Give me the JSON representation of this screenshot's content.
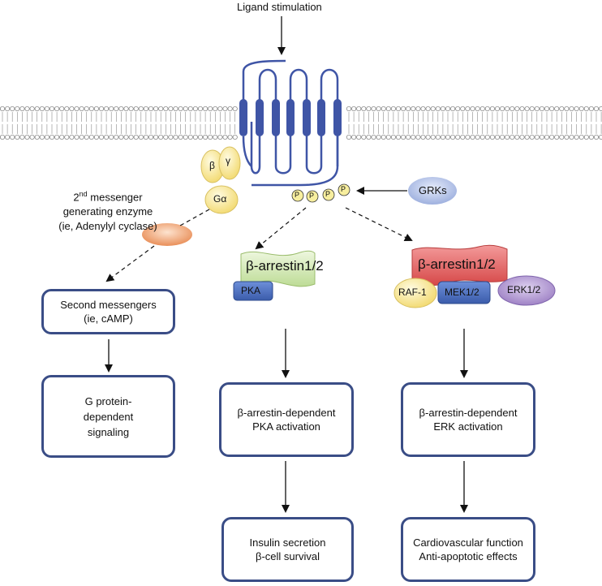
{
  "ligand_label": "Ligand stimulation",
  "g_beta": "β",
  "g_gamma": "γ",
  "g_alpha": "Gα",
  "phospho": "P",
  "grks": "GRKs",
  "enzyme_label": {
    "line1_num": "2",
    "line1_sup": "nd",
    "line1_rest": " messenger",
    "line2": "generating enzyme",
    "line3": "(ie, Adenylyl cyclase)"
  },
  "arrestin_left": {
    "title": "β-arrestin1/2",
    "pka": "PKA"
  },
  "arrestin_right": {
    "title": "β-arrestin1/2",
    "raf": "RAF-1",
    "mek": "MEK1/2",
    "erk": "ERK1/2"
  },
  "boxes": {
    "second_messengers": [
      "Second messengers",
      "(ie, cAMP)"
    ],
    "g_protein_signaling": [
      "G protein-",
      "dependent",
      "signaling"
    ],
    "pka_activation": [
      "β-arrestin-dependent",
      "PKA activation"
    ],
    "erk_activation": [
      "β-arrestin-dependent",
      "ERK activation"
    ],
    "insulin": [
      "Insulin secretion",
      "β-cell survival"
    ],
    "cardio": [
      "Cardiovascular function",
      "Anti-apoptotic effects"
    ]
  },
  "colors": {
    "receptor": "#3f55a6",
    "box_border": "#3a4d86",
    "arrestin_green": "#cfe5ad",
    "arrestin_red": "#e06060",
    "kinase_blue": "#4c6fc0",
    "raf_yellow": "#f6ec9a",
    "erk_purple": "#a58ac8",
    "g_protein_yellow": "#f4e08a",
    "enzyme_orange": "#ee9f6d",
    "grks_blue": "#a9b9e2"
  }
}
